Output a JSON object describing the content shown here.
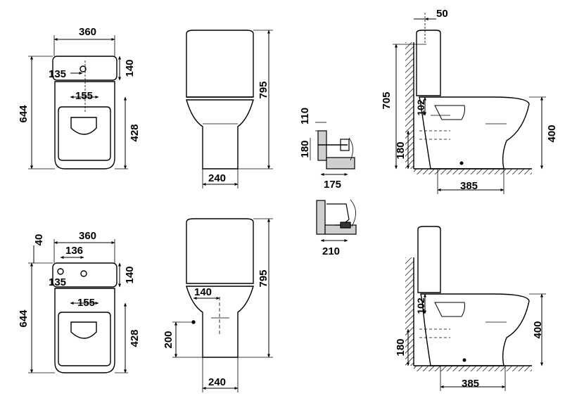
{
  "dimensions": {
    "top_plan": {
      "width": "360",
      "tank_depth": "140",
      "hole_offset": "135",
      "seat_bolt": "155",
      "total_depth": "644",
      "bowl_depth": "428"
    },
    "top_front": {
      "height": "795",
      "base_width": "240"
    },
    "side_inlet": {
      "inlet_height": "110",
      "outlet_height": "180",
      "outlet_distance": "175"
    },
    "floor_outlet": {
      "distance": "210"
    },
    "top_side": {
      "wall_gap": "50",
      "tank_height": "705",
      "outlet_height": "102",
      "drain_height": "180",
      "seat_height": "400",
      "depth": "385"
    },
    "bottom_plan": {
      "edge": "40",
      "width": "360",
      "hole_spacing": "136",
      "tank_depth": "140",
      "hole_offset": "135",
      "seat_bolt": "155",
      "total_depth": "644",
      "bowl_depth": "428"
    },
    "bottom_front": {
      "height": "795",
      "inlet_offset": "140",
      "inlet_height": "200",
      "base_width": "240"
    },
    "bottom_side": {
      "outlet_height": "102",
      "drain_height": "180",
      "seat_height": "400",
      "depth": "385"
    }
  }
}
